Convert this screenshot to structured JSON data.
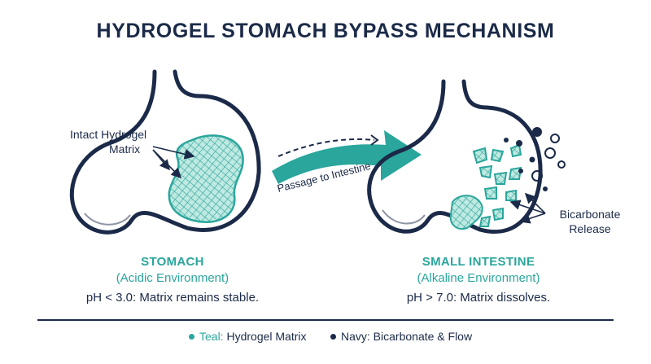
{
  "title": "HYDROGEL STOMACH BYPASS MECHANISM",
  "left": {
    "annotation_line1": "Intact Hydrogel",
    "annotation_line2": "Matrix",
    "heading": "STOMACH",
    "environment": "(Acidic Environment)",
    "note": "pH < 3.0: Matrix remains stable."
  },
  "arrow_label": "Passage to Intestine",
  "right": {
    "annotation_line1": "Bicarbonate",
    "annotation_line2": "Release",
    "heading": "SMALL INTESTINE",
    "environment": "(Alkaline Environment)",
    "note": "pH > 7.0: Matrix dissolves."
  },
  "legend": [
    {
      "key": "Teal:",
      "text": " Hydrogel Matrix",
      "color": "#2aa69c"
    },
    {
      "key": "Navy:",
      "text": " Bicarbonate & Flow",
      "color": "#1b2a48"
    }
  ],
  "colors": {
    "navy": "#1b2a48",
    "teal": "#2aa69c",
    "teal_light": "#bfe9e1"
  }
}
